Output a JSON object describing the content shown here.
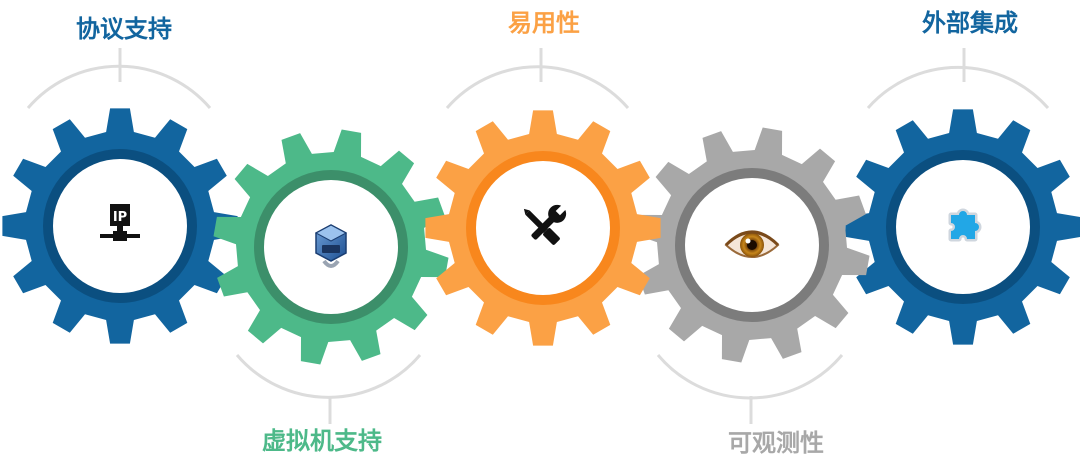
{
  "labels": {
    "protocol_support": "协议支持",
    "virtualization_support": "虚拟机支持",
    "usability": "易用性",
    "observability": "可观测性",
    "external_integration": "外部集成"
  },
  "ip_icon_text": "IP",
  "colors": {
    "blue": "#12659f",
    "blue_inner": "#0b4f80",
    "green": "#4db989",
    "green_inner": "#3c8f6a",
    "orange": "#fba145",
    "orange_inner": "#f8871d",
    "gray": "#a8a8a8",
    "gray_inner": "#7c7c7c",
    "arc": "#dcdcdc",
    "label_blue": "#12659f",
    "label_green": "#4db989",
    "label_orange": "#fba145",
    "label_gray": "#a8a8a8"
  },
  "gears": [
    {
      "id": "protocol",
      "color": "blue",
      "icon": "ip-network-icon"
    },
    {
      "id": "virtualization",
      "color": "green",
      "icon": "virtualbox-icon"
    },
    {
      "id": "usability",
      "color": "orange",
      "icon": "wrench-screwdriver-icon"
    },
    {
      "id": "observability",
      "color": "gray",
      "icon": "eye-icon"
    },
    {
      "id": "integration",
      "color": "blue",
      "icon": "puzzle-icon"
    }
  ]
}
